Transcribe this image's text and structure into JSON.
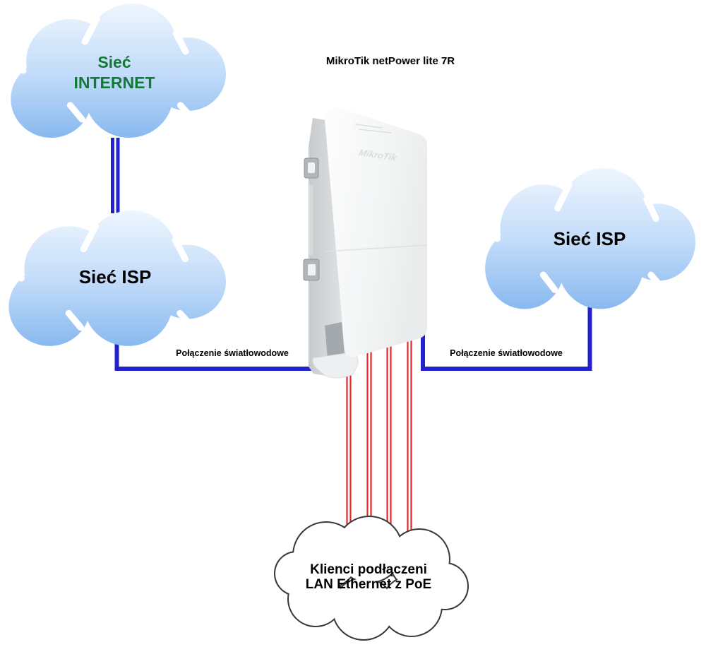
{
  "diagram": {
    "title": "MikroTik netPower lite 7R",
    "clouds": {
      "internet": {
        "line1": "Sieć",
        "line2": "INTERNET"
      },
      "isp_left": {
        "label": "Sieć ISP"
      },
      "isp_right": {
        "label": "Sieć ISP"
      },
      "clients": {
        "line1": "Klienci podłączeni",
        "line2": "LAN Ethernet z PoE"
      }
    },
    "links": {
      "fiber_left_label": "Połączenie światłowodowe",
      "fiber_right_label": "Połączenie światłowodowe"
    },
    "device": {
      "logo": "MikroTik"
    },
    "colors": {
      "fiber_blue": "#2222CC",
      "ethernet_red": "#E02A2A",
      "internet_text_green": "#127A36",
      "cloud_gradient_top": "#EEF6FE",
      "cloud_gradient_bottom": "#85B7EF",
      "clients_cloud_outline": "#383838"
    }
  }
}
